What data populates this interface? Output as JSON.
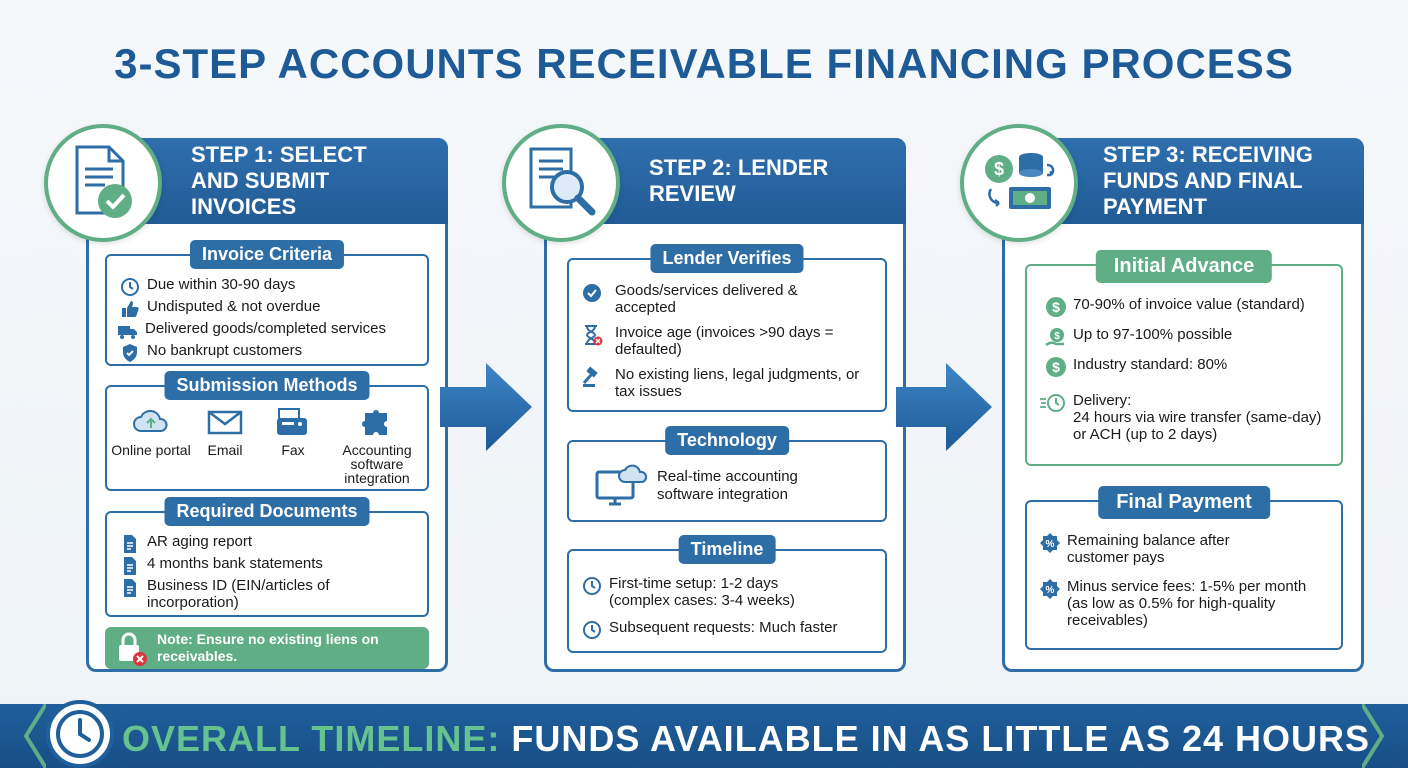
{
  "title": "3-STEP ACCOUNTS RECEIVABLE FINANCING PROCESS",
  "colors": {
    "primary": "#2e6ea6",
    "accent": "#5fae86",
    "banner": "#1f5f9c"
  },
  "step1": {
    "title": "STEP 1: SELECT AND SUBMIT INVOICES",
    "icon": "document-check-icon",
    "criteria": {
      "label": "Invoice Criteria",
      "items": [
        {
          "icon": "clock-icon",
          "text": "Due within 30-90 days"
        },
        {
          "icon": "thumbs-up-icon",
          "text": "Undisputed & not overdue"
        },
        {
          "icon": "truck-icon",
          "text": "Delivered goods/completed services"
        },
        {
          "icon": "shield-icon",
          "text": "No bankrupt customers"
        }
      ]
    },
    "methods": {
      "label": "Submission Methods",
      "items": [
        {
          "icon": "cloud-icon",
          "text": "Online portal"
        },
        {
          "icon": "email-icon",
          "text": "Email"
        },
        {
          "icon": "fax-icon",
          "text": "Fax"
        },
        {
          "icon": "puzzle-icon",
          "text": "Accounting software integration"
        }
      ]
    },
    "documents": {
      "label": "Required Documents",
      "items": [
        {
          "icon": "file-icon",
          "text": "AR aging report"
        },
        {
          "icon": "file-icon",
          "text": "4 months bank statements"
        },
        {
          "icon": "file-icon",
          "text": "Business ID (EIN/articles of incorporation)"
        }
      ]
    },
    "note": "Note: Ensure no existing liens on receivables."
  },
  "step2": {
    "title": "STEP 2: LENDER REVIEW",
    "icon": "magnifier-document-icon",
    "verifies": {
      "label": "Lender Verifies",
      "items": [
        {
          "icon": "check-circle-icon",
          "text": "Goods/services delivered & accepted"
        },
        {
          "icon": "hourglass-icon",
          "text": "Invoice age (invoices >90 days = defaulted)"
        },
        {
          "icon": "gavel-icon",
          "text": "No existing liens, legal judgments, or tax issues"
        }
      ]
    },
    "technology": {
      "label": "Technology",
      "text": "Real-time accounting software integration",
      "icon": "monitor-cloud-icon"
    },
    "timeline": {
      "label": "Timeline",
      "items": [
        {
          "icon": "clock-icon",
          "text": "First-time setup: 1-2 days (complex cases: 3-4 weeks)"
        },
        {
          "icon": "clock-icon",
          "text": "Subsequent requests: Much faster"
        }
      ]
    }
  },
  "step3": {
    "title": "STEP 3: RECEIVING FUNDS AND FINAL PAYMENT",
    "icon": "money-exchange-icon",
    "advance": {
      "label": "Initial Advance",
      "items": [
        {
          "icon": "dollar-icon",
          "text": "70-90% of invoice value (standard)"
        },
        {
          "icon": "dollar-hand-icon",
          "text": "Up to 97-100% possible"
        },
        {
          "icon": "dollar-icon",
          "text": "Industry standard: 80%"
        },
        {
          "icon": "fast-clock-icon",
          "text": "Delivery:\n24 hours via wire transfer (same-day) or ACH (up to 2 days)"
        }
      ]
    },
    "final": {
      "label": "Final Payment",
      "items": [
        {
          "icon": "percent-icon",
          "text": "Remaining balance after customer pays"
        },
        {
          "icon": "percent-icon",
          "text": "Minus service fees: 1-5% per month (as low as 0.5% for high-quality receivables)"
        }
      ]
    }
  },
  "banner": {
    "highlight": "OVERALL TIMELINE:",
    "text": "FUNDS AVAILABLE IN AS LITTLE AS 24 HOURS",
    "icon": "clock-icon"
  }
}
